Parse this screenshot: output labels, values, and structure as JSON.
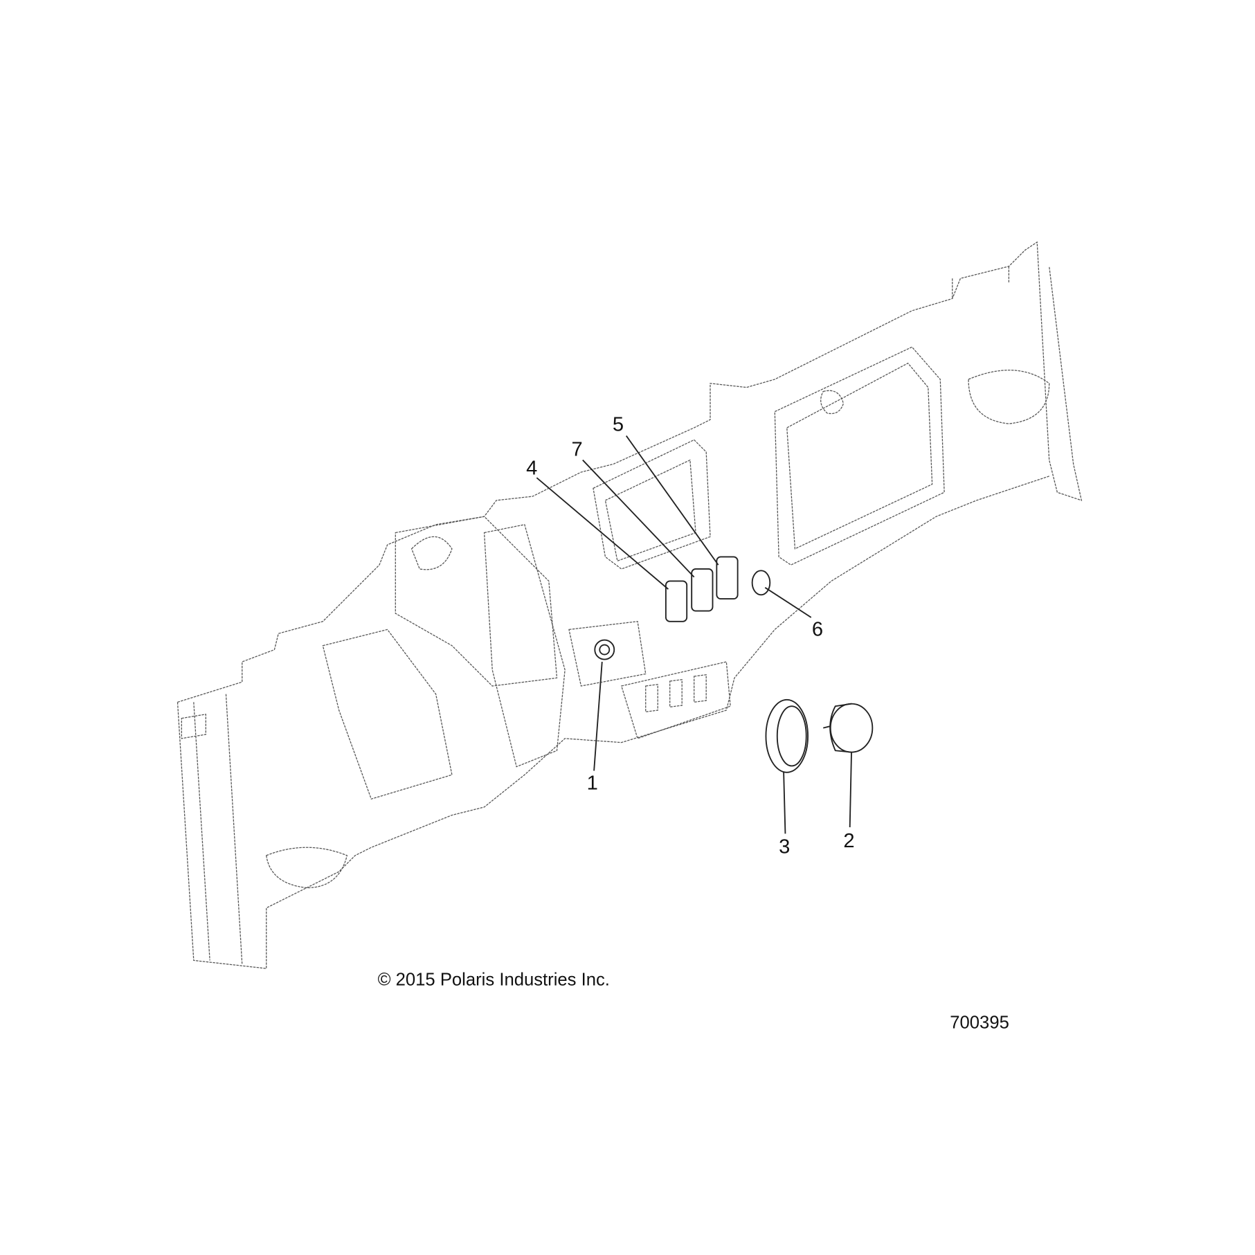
{
  "diagram": {
    "callouts": [
      {
        "id": "1",
        "label": "1"
      },
      {
        "id": "2",
        "label": "2"
      },
      {
        "id": "3",
        "label": "3"
      },
      {
        "id": "4",
        "label": "4"
      },
      {
        "id": "5",
        "label": "5"
      },
      {
        "id": "6",
        "label": "6"
      },
      {
        "id": "7",
        "label": "7"
      }
    ],
    "copyright": "© 2015 Polaris Industries Inc.",
    "figure_number": "700395"
  }
}
